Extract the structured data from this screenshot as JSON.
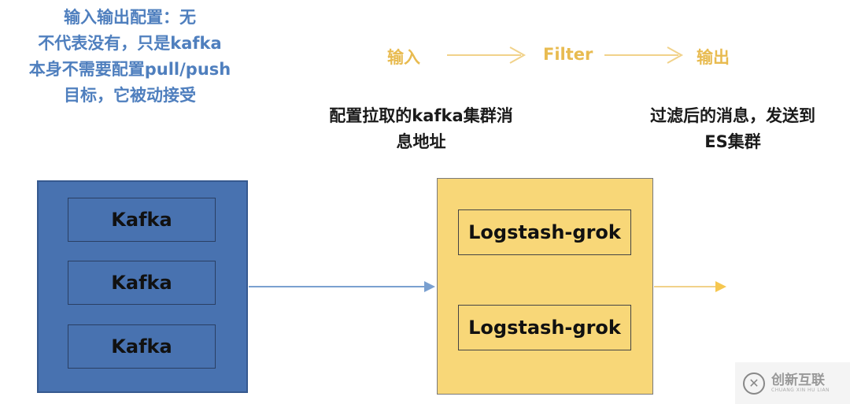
{
  "note": {
    "lines": [
      "输入输出配置：无",
      "不代表没有，只是kafka",
      "本身不需要配置pull/push",
      "目标，它被动接受"
    ]
  },
  "flow": {
    "input_label": "输入",
    "filter_label": "Filter",
    "output_label": "输出"
  },
  "descriptions": {
    "input_lines": [
      "配置拉取的kafka集群消",
      "息地址"
    ],
    "output_lines": [
      "过滤后的消息，发送到",
      "ES集群"
    ]
  },
  "kafka_nodes": [
    "Kafka",
    "Kafka",
    "Kafka"
  ],
  "logstash_nodes": [
    "Logstash-grok",
    "Logstash-grok"
  ],
  "colors": {
    "note_blue": "#4f7fbe",
    "kafka_blue": "#4872b0",
    "logstash_yellow": "#f8d778",
    "flow_gold": "#e8bb50",
    "connector_blue": "#7aa0d0"
  },
  "watermark": {
    "cn": "创新互联",
    "en": "CHUANG XIN HU LIAN",
    "logo_glyph": "✕"
  }
}
